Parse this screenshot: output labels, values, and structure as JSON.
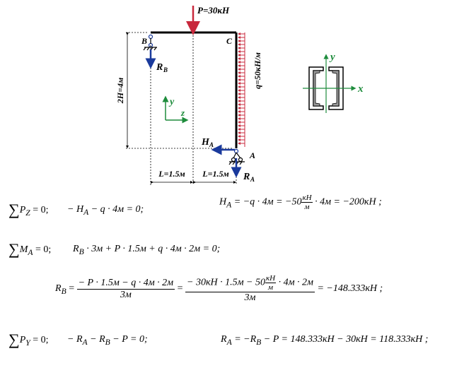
{
  "figure": {
    "load_P": "P=30кН",
    "load_q": "q=50кН/м",
    "height_dim": "2H=4м",
    "span_left": "L=1.5м",
    "span_right": "L=1.5м",
    "point_B": "B",
    "point_C": "C",
    "point_A": "A",
    "reaction_RB": "R",
    "reaction_RB_sub": "B",
    "reaction_HA": "H",
    "reaction_HA_sub": "A",
    "reaction_RA": "R",
    "reaction_RA_sub": "A",
    "axis_local_y": "y",
    "axis_local_z": "z",
    "section_axis_y": "y",
    "section_axis_x": "x",
    "colors": {
      "load": "#c8283c",
      "reaction": "#1a3a9c",
      "axes": "#1e8c3c",
      "frame": "#000000"
    }
  },
  "equations": {
    "eq1_lhs_sum": "∑",
    "eq1_lhs": "P",
    "eq1_lhs_sub": "Z",
    "eq1_lhs_tail": " = 0;",
    "eq1_body": "− H",
    "eq1_body_sub": "A",
    "eq1_body_tail": " − q · 4м = 0;",
    "eq1_result": "H",
    "eq1_result_sub": "A",
    "eq1_result_mid": " = −q · 4м = −50",
    "eq1_result_unit_num": "кН",
    "eq1_result_unit_den": "м",
    "eq1_result_tail": " · 4м = −200кН ;",
    "eq2_lhs_sum": "∑",
    "eq2_lhs": "M",
    "eq2_lhs_sub": "A",
    "eq2_lhs_tail": " = 0;",
    "eq2_body": "R",
    "eq2_body_sub": "B",
    "eq2_body_tail": " · 3м + P · 1.5м + q · 4м · 2м = 0;",
    "eq3_lhs": "R",
    "eq3_lhs_sub": "B",
    "eq3_eq": " = ",
    "eq3_frac1_num": "− P · 1.5м − q · 4м · 2м",
    "eq3_frac1_den": "3м",
    "eq3_frac2_num_a": "− 30кН · 1.5м − 50",
    "eq3_frac2_unit_num": "кН",
    "eq3_frac2_unit_den": "м",
    "eq3_frac2_num_b": " · 4м · 2м",
    "eq3_frac2_den": "3м",
    "eq3_result": " = −148.333кН ;",
    "eq4_lhs_sum": "∑",
    "eq4_lhs": "P",
    "eq4_lhs_sub": "Y",
    "eq4_lhs_tail": " = 0;",
    "eq4_body": "− R",
    "eq4_body_sub1": "A",
    "eq4_body_mid": " − R",
    "eq4_body_sub2": "B",
    "eq4_body_tail": " − P = 0;",
    "eq4_result": "R",
    "eq4_result_sub1": "A",
    "eq4_result_mid": " = −R",
    "eq4_result_sub2": "B",
    "eq4_result_tail": " − P = 148.333кН − 30кН = 118.333кН ;"
  }
}
